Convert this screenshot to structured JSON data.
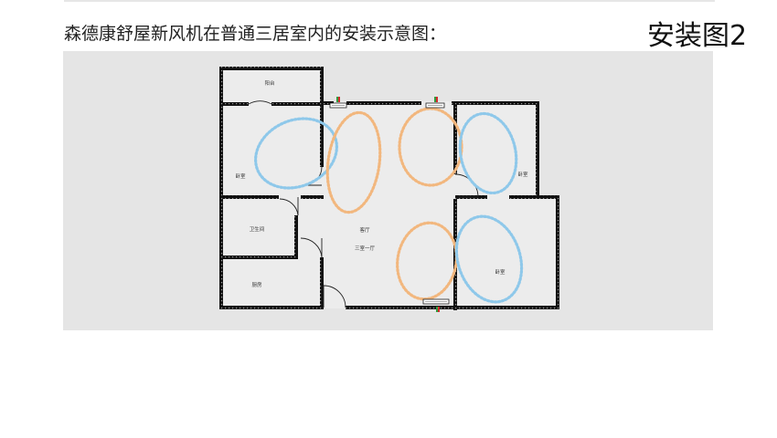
{
  "header": {
    "title": "森德康舒屋新风机在普通三居室内的安装示意图：",
    "figure_label": "安装图2"
  },
  "floorplan": {
    "rooms": [
      {
        "id": "balcony",
        "label": "阳台"
      },
      {
        "id": "bedroom-left",
        "label": "卧室"
      },
      {
        "id": "bathroom",
        "label": "卫生间"
      },
      {
        "id": "kitchen",
        "label": "厨房"
      },
      {
        "id": "living",
        "label": "客厅"
      },
      {
        "id": "living-sub",
        "label": "三室一厅"
      },
      {
        "id": "bedroom-right-top",
        "label": "卧室"
      },
      {
        "id": "bedroom-right-bottom",
        "label": "卧室"
      }
    ],
    "colors": {
      "wall": "#111111",
      "floor": "#ebebeb",
      "airflow_blue": "#8ec8ea",
      "airflow_orange": "#f2b77e",
      "unit_green": "#2e9e3e",
      "unit_red": "#d22b2b"
    }
  }
}
